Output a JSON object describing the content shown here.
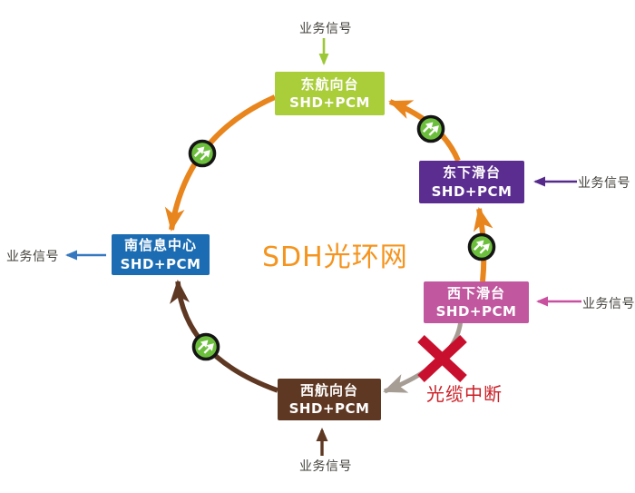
{
  "title": "SDH光环网",
  "signal_label": "业务信号",
  "break_label": "光缆中断",
  "nodes": {
    "east_course": {
      "name": "东航向台",
      "subtitle": "SHD+PCM",
      "color": "#aacd3a"
    },
    "east_glide": {
      "name": "东下滑台",
      "subtitle": "SHD+PCM",
      "color": "#5b2d90"
    },
    "west_glide": {
      "name": "西下滑台",
      "subtitle": "SHD+PCM",
      "color": "#c1579f"
    },
    "west_course": {
      "name": "西航向台",
      "subtitle": "SHD+PCM",
      "color": "#5f3823"
    },
    "south_info": {
      "name": "南信息中心",
      "subtitle": "SHD+PCM",
      "color": "#1b6cb3"
    }
  },
  "links": [
    {
      "from": "西下滑台",
      "to": "东下滑台",
      "status": "active"
    },
    {
      "from": "东下滑台",
      "to": "东航向台",
      "status": "active"
    },
    {
      "from": "东航向台",
      "to": "南信息中心",
      "status": "active"
    },
    {
      "from": "西航向台",
      "to": "南信息中心",
      "status": "active"
    },
    {
      "from": "西下滑台",
      "to": "西航向台",
      "status": "broken"
    }
  ],
  "colors": {
    "ring_active": "#e8851d",
    "ring_protect": "#5f3823",
    "ring_broken": "#a69d94",
    "repeater_green": "#6cbf3c",
    "break_red": "#c8102e",
    "title_orange": "#f5941e",
    "signal_green": "#9cc837",
    "signal_purple": "#552a8a",
    "signal_magenta": "#c8509f",
    "signal_blue": "#3578c0",
    "signal_brown": "#5f3823"
  }
}
